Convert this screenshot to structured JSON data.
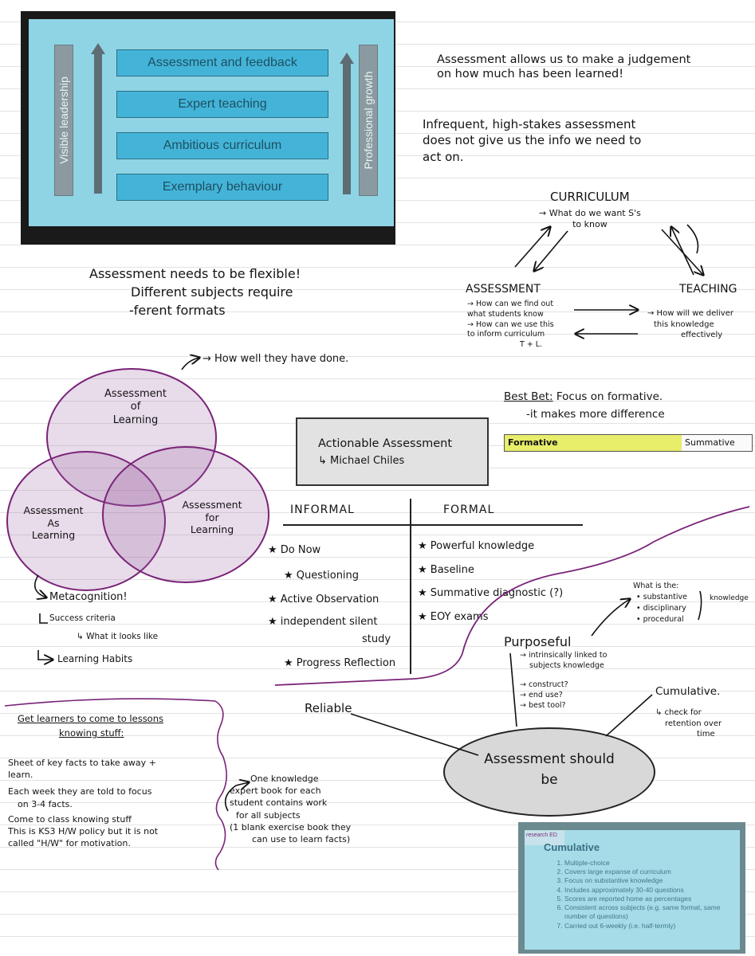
{
  "slide_top": {
    "left_bar": "Visible leadership",
    "right_bar": "Professional growth",
    "boxes": [
      "Assessment and feedback",
      "Expert teaching",
      "Ambitious curriculum",
      "Exemplary behaviour"
    ]
  },
  "notes": {
    "judgement": [
      "Assessment allows us to make a judgement",
      "on how much has been learned!"
    ],
    "infrequent": [
      "Infrequent, high-stakes assessment",
      "does not give us the info we need to",
      "act on."
    ],
    "flexible": [
      "Assessment needs to be flexible!",
      "Different subjects require",
      "-ferent formats"
    ],
    "how_well": "How well they have done."
  },
  "cycle": {
    "curriculum": "CURRICULUM",
    "curriculum_q": [
      "→ What do we want S's",
      "to know"
    ],
    "assessment": "ASSESSMENT",
    "assessment_q": [
      "→ How can we find out",
      "what students know",
      "→ How can we use this",
      "to inform curriculum",
      "T + L."
    ],
    "teaching": "TEACHING",
    "teaching_q": [
      "→ How will we deliver",
      "this knowledge",
      "effectively"
    ]
  },
  "best_bet": {
    "label": "Best Bet:",
    "text": "Focus on formative.",
    "sub": "-it makes more difference",
    "formative": "Formative",
    "summative": "Summative"
  },
  "venn": {
    "of_learning": [
      "Assessment",
      "of",
      "Learning"
    ],
    "as_learning": [
      "Assessment",
      "As",
      "Learning"
    ],
    "for_learning": [
      "Assessment",
      "for",
      "Learning"
    ]
  },
  "metacog": {
    "title": "Metacognition!",
    "success": "Success criteria",
    "looks_like": "What it looks like",
    "habits": "Learning Habits"
  },
  "actionable": [
    "Actionable Assessment",
    "↳ Michael Chiles"
  ],
  "table": {
    "informal_header": "INFORMAL",
    "formal_header": "FORMAL",
    "informal": [
      "★ Do Now",
      "★ Questioning",
      "★ Active Observation",
      "★ independent silent",
      "study",
      "★ Progress Reflection"
    ],
    "formal": [
      "★ Powerful knowledge",
      "★ Baseline",
      "★ Summative diagnostic (?)",
      "★ EOY exams"
    ]
  },
  "purposeful": {
    "what_is": "What is the:",
    "items": [
      "• substantive",
      "• disciplinary",
      "• procedural"
    ],
    "knowledge": "knowledge",
    "title": "Purposeful",
    "subs": [
      "→ intrinsically linked to",
      "subjects knowledge",
      "→ construct?",
      "→ end use?",
      "→ best tool?"
    ]
  },
  "cumulative": {
    "title": "Cumulative.",
    "sub": [
      "↳ check for",
      "retention over",
      "time"
    ]
  },
  "reliable": "Reliable",
  "center_oval": [
    "Assessment should",
    "be"
  ],
  "get_learners": {
    "title": [
      "Get learners to come to lessons",
      "knowing stuff:"
    ],
    "lines": [
      "Sheet of key facts to take away +",
      "learn.",
      "Each week they are told to focus",
      "on 3-4 facts.",
      "Come to class knowing stuff",
      "This is KS3 H/W policy but it is not",
      "called \"H/W\" for motivation."
    ]
  },
  "knowledge_book": [
    "One knowledge",
    "expert book for each",
    "student contains work",
    "for all subjects",
    "(1 blank exercise book they",
    "can use to learn facts)"
  ],
  "slide_bottom": {
    "brand": "research ED",
    "title": "Cumulative",
    "items": [
      "Multiple-choice",
      "Covers large expanse of curriculum",
      "Focus on substantive knowledge",
      "Includes approximately 30-40 questions",
      "Scores are reported home as percentages",
      "Consistent across subjects (e.g. same format, same number of questions)",
      "Carried out 6-weekly (i.e. half-termly)"
    ]
  }
}
